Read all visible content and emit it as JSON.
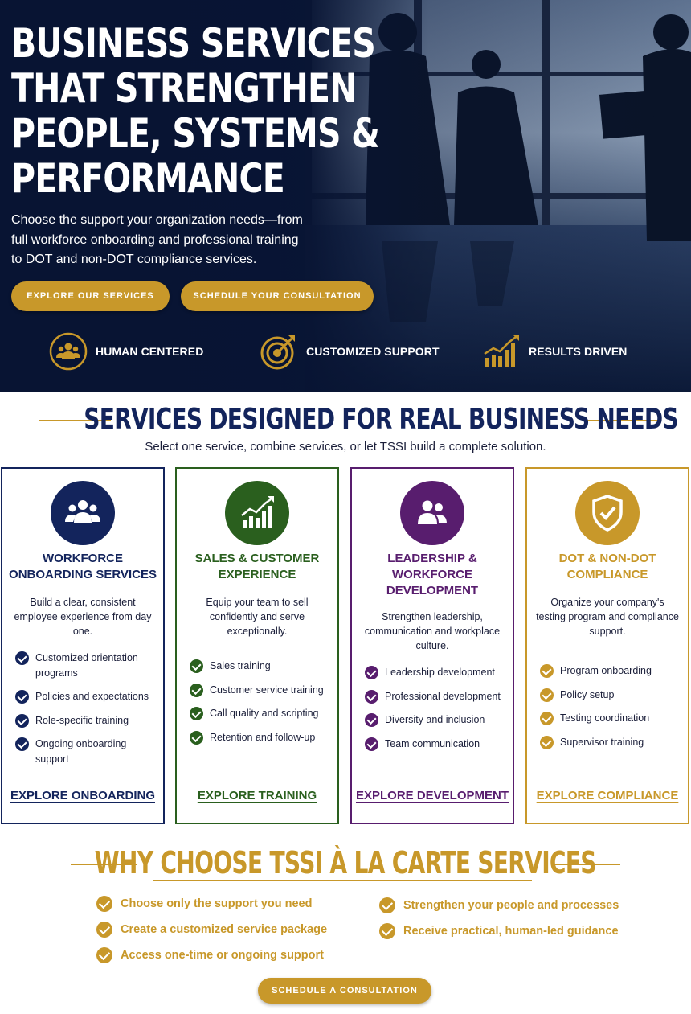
{
  "hero": {
    "title_lines": [
      "BUSINESS SERVICES",
      "THAT STRENGTHEN",
      "PEOPLE, SYSTEMS &",
      "PERFORMANCE"
    ],
    "subtitle": "Choose the support your organization needs—from full workforce onboarding and professional training to DOT and non-DOT compliance services.",
    "explore_button": "EXPLORE OUR SERVICES",
    "schedule_button": "SCHEDULE YOUR CONSULTATION",
    "features": [
      {
        "label": "HUMAN CENTERED",
        "icon": "people-icon"
      },
      {
        "label": "CUSTOMIZED SUPPORT",
        "icon": "target-icon"
      },
      {
        "label": "RESULTS DRIVEN",
        "icon": "growth-chart-icon"
      }
    ]
  },
  "services": {
    "title": "SERVICES DESIGNED FOR REAL BUSINESS NEEDS",
    "subtitle": "Select one service, combine services, or let TSSI build a complete solution.",
    "cards": [
      {
        "title": "WORKFORCE ONBOARDING SERVICES",
        "description": "Build a clear, consistent employee experience from day one.",
        "items": [
          "Customized orientation programs",
          "Policies and expectations",
          "Role-specific training",
          "Ongoing onboarding support"
        ],
        "link": "EXPLORE ONBOARDING",
        "icon": "team-icon",
        "color": "#13245c"
      },
      {
        "title": "SALES & CUSTOMER EXPERIENCE",
        "description": "Equip your team to sell confidently and serve exceptionally.",
        "items": [
          "Sales training",
          "Customer service training",
          "Call quality and scripting",
          "Retention and follow-up"
        ],
        "link": "EXPLORE TRAINING",
        "icon": "growth-chart-icon",
        "color": "#2a5f1e"
      },
      {
        "title": "LEADERSHIP & WORKFORCE DEVELOPMENT",
        "description": "Strengthen leadership, communication and workplace culture.",
        "items": [
          "Leadership development",
          "Professional development",
          "Diversity and inclusion",
          "Team communication"
        ],
        "link": "EXPLORE DEVELOPMENT",
        "icon": "people-icon",
        "color": "#581d6e"
      },
      {
        "title": "DOT & NON-DOT COMPLIANCE",
        "description": "Organize your company's testing program and compliance support.",
        "items": [
          "Program onboarding",
          "Policy setup",
          "Testing coordination",
          "Supervisor training"
        ],
        "link": "EXPLORE COMPLIANCE",
        "icon": "shield-check-icon",
        "color": "#c8982a"
      }
    ]
  },
  "why": {
    "title": "WHY CHOOSE TSSI À LA CARTE SERVICES",
    "left_items": [
      "Choose only the support you need",
      "Create a customized service package",
      "Access one-time or ongoing support"
    ],
    "right_items": [
      "Strengthen your people and processes",
      "Receive practical, human-led guidance"
    ],
    "consult_button": "SCHEDULE A CONSULTATION"
  },
  "colors": {
    "navy": "#13245c",
    "green": "#2a5f1e",
    "purple": "#581d6e",
    "gold": "#c8982a"
  }
}
